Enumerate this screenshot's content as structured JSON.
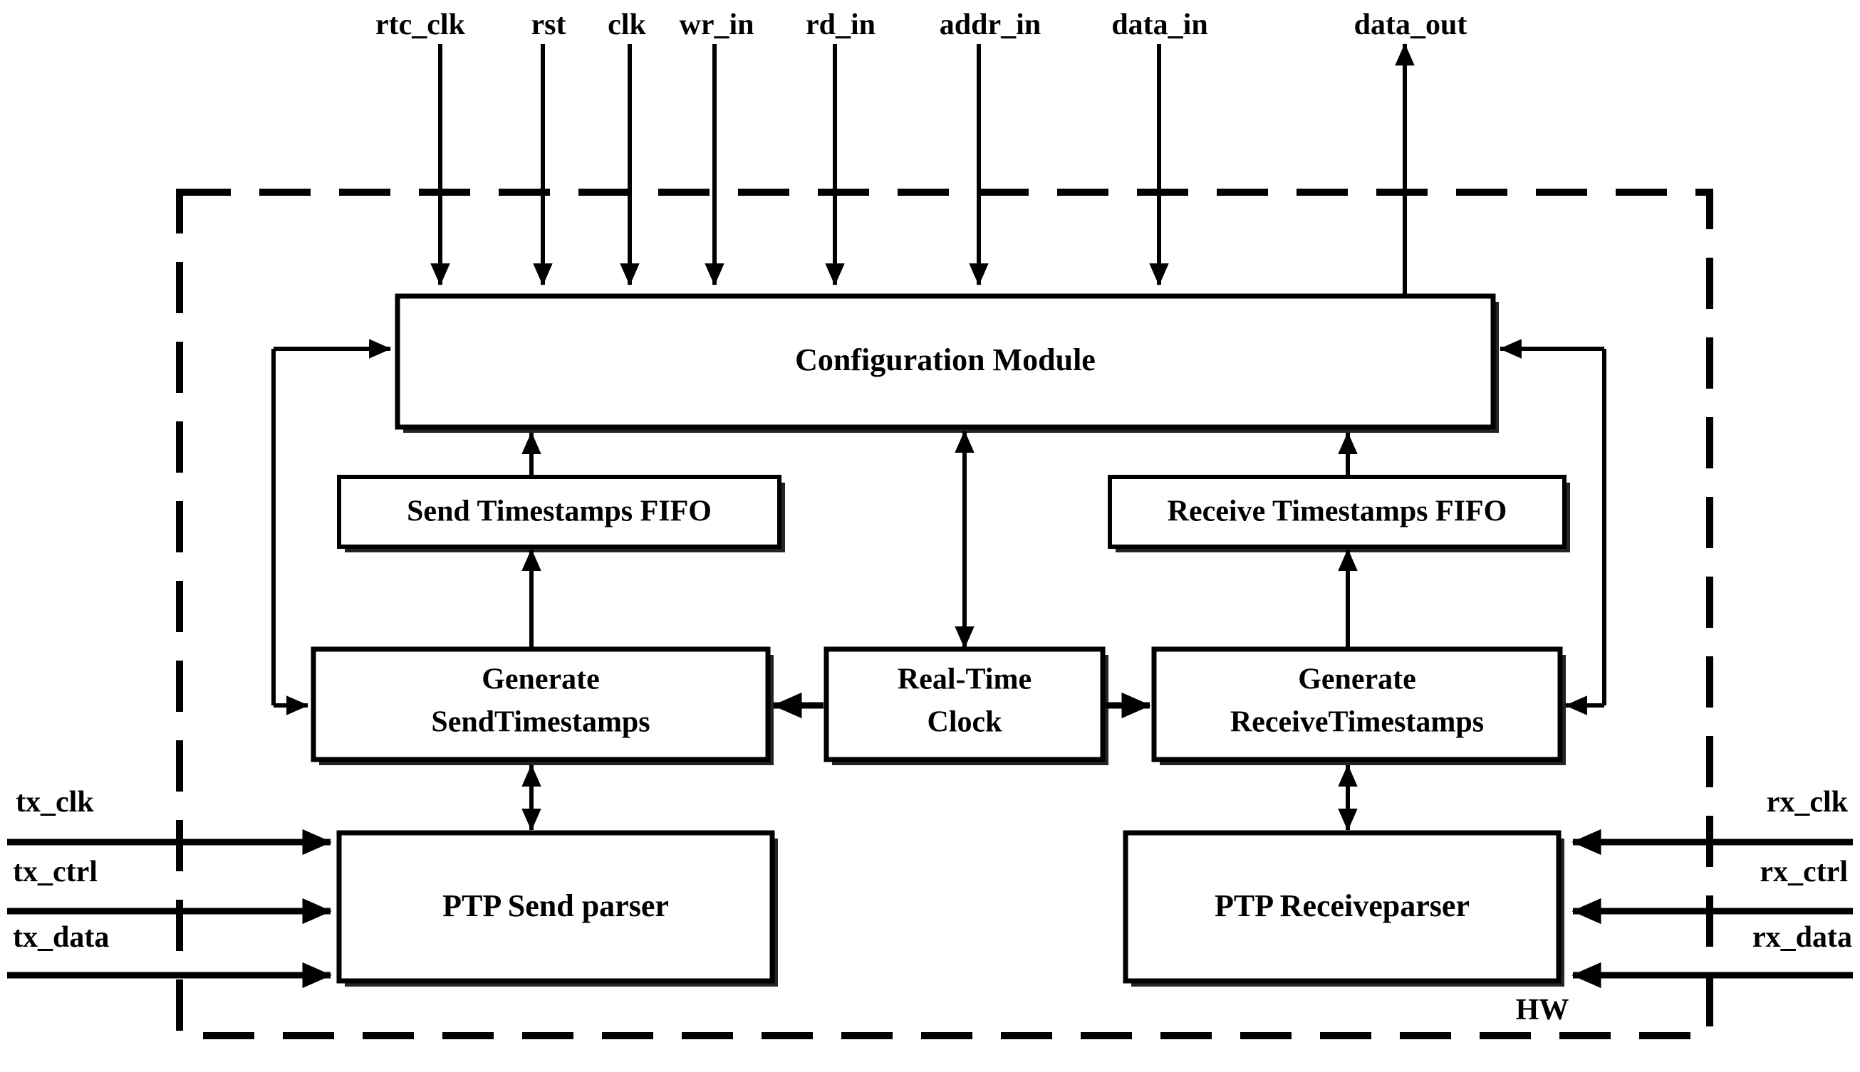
{
  "diagram": {
    "title_label": "HW",
    "boundary": {
      "style": "dashed",
      "label": "HW"
    },
    "blocks": [
      {
        "id": "config",
        "label": "Configuration Module"
      },
      {
        "id": "send_fifo",
        "label": "Send Timestamps FIFO"
      },
      {
        "id": "recv_fifo",
        "label": "Receive Timestamps FIFO"
      },
      {
        "id": "gen_send",
        "label_line1": "Generate",
        "label_line2": "SendTimestamps"
      },
      {
        "id": "rtc",
        "label_line1": "Real-Time",
        "label_line2": "Clock"
      },
      {
        "id": "gen_recv",
        "label_line1": "Generate",
        "label_line2": "ReceiveTimestamps"
      },
      {
        "id": "ptp_send",
        "label": "PTP  Send parser"
      },
      {
        "id": "ptp_recv",
        "label": "PTP  Receiveparser"
      }
    ],
    "top_signals": [
      {
        "name": "rtc_clk",
        "direction": "in"
      },
      {
        "name": "rst",
        "direction": "in"
      },
      {
        "name": "clk",
        "direction": "in"
      },
      {
        "name": "wr_in",
        "direction": "in"
      },
      {
        "name": "rd_in",
        "direction": "in"
      },
      {
        "name": "addr_in",
        "direction": "in"
      },
      {
        "name": "data_in",
        "direction": "in"
      },
      {
        "name": "data_out",
        "direction": "out"
      }
    ],
    "left_signals": [
      {
        "name": "tx_clk",
        "direction": "in"
      },
      {
        "name": "tx_ctrl",
        "direction": "in"
      },
      {
        "name": "tx_data",
        "direction": "in"
      }
    ],
    "right_signals": [
      {
        "name": "rx_clk",
        "direction": "in"
      },
      {
        "name": "rx_ctrl",
        "direction": "in"
      },
      {
        "name": "rx_data",
        "direction": "in"
      }
    ],
    "colors": {
      "line": "#000000",
      "fill": "#ffffff",
      "text": "#000000"
    }
  }
}
